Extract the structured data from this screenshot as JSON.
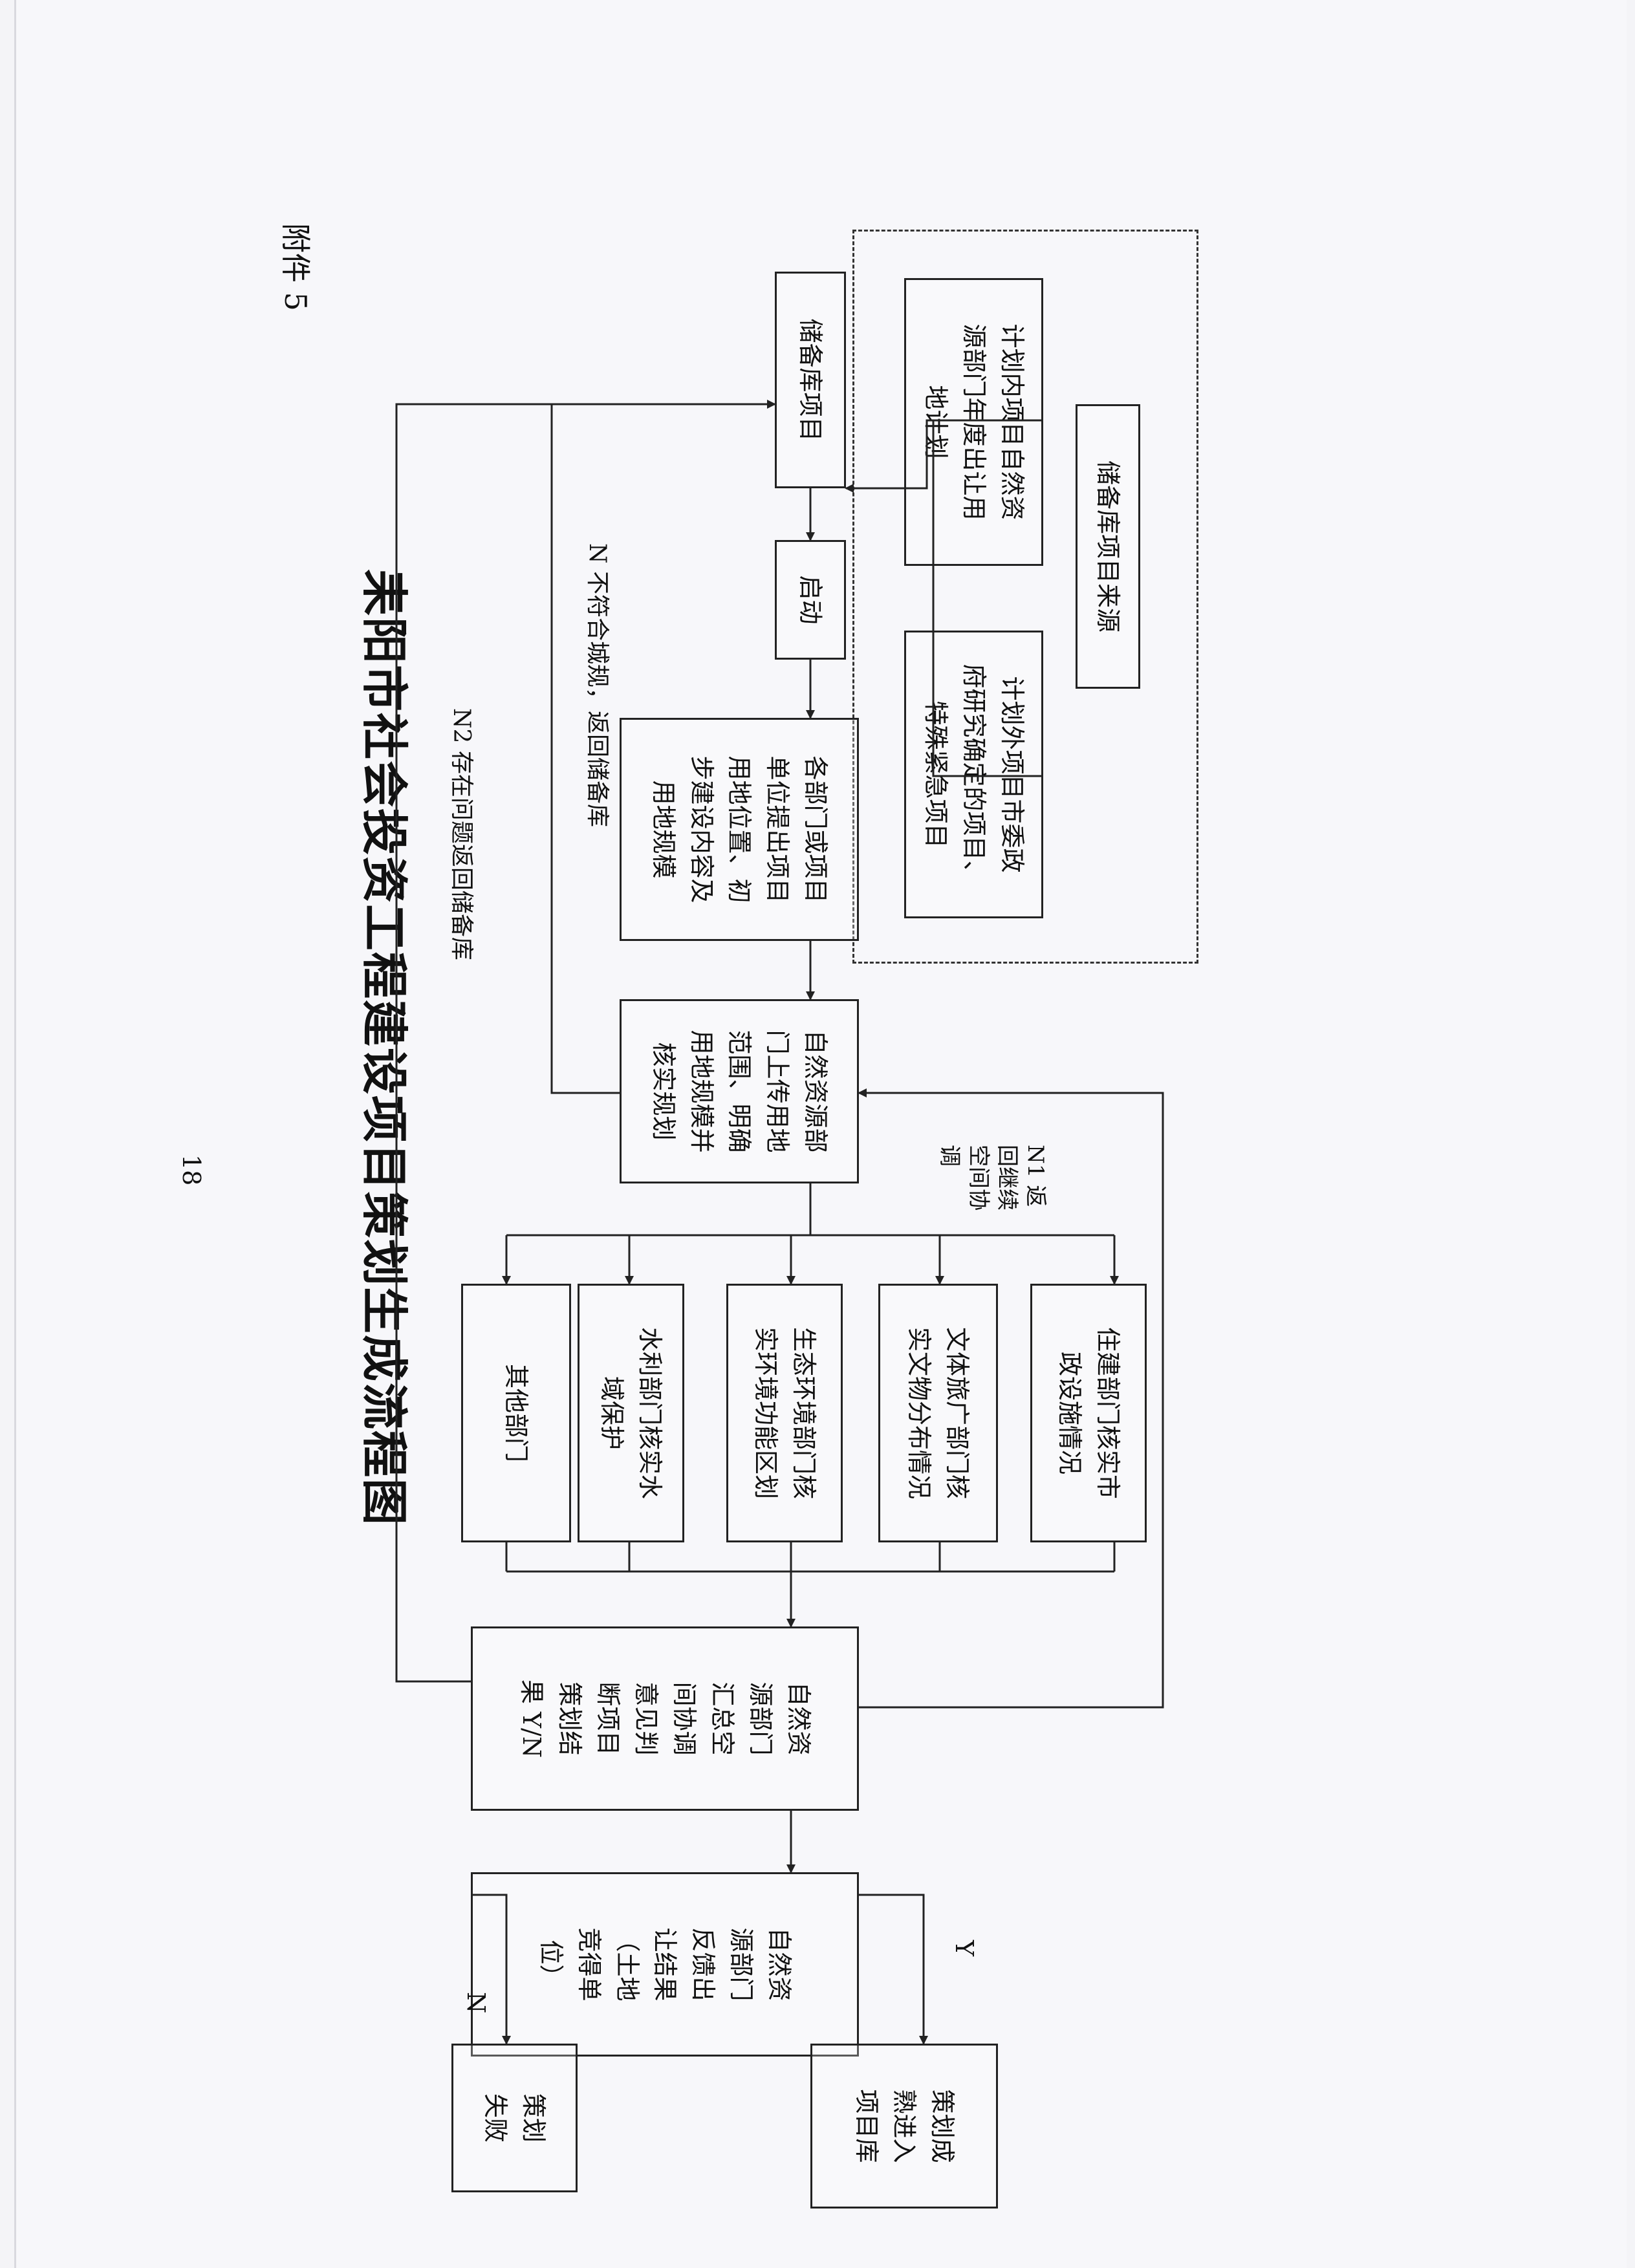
{
  "attachment_label": "附件 5",
  "page_number": "18",
  "title": "耒阳市社会投资工程建设项目策划生成流程图",
  "source_group": {
    "header": "储备库项目来源",
    "in_plan": "计划内项目自然资\n源部门年度出让用\n地计划",
    "out_of_plan": "计划外项目市委政\n府研究确定的项目、\n特殊紧急项目"
  },
  "nodes": {
    "reserve": "储备库项目",
    "start": "启动",
    "propose": "各部门或项目\n单位提出项目\n用地位置、初\n步建设内容及\n用地规模",
    "upload": "自然资源部\n门上传用地\n范围、明确\n用地规模并\n核实规划",
    "dept_housing": "住建部门核实市\n政设施情况",
    "dept_culture": "文体旅广部门核\n实文物分布情况",
    "dept_eco": "生态环境部门核\n实环境功能区划",
    "dept_water": "水利部门核实水\n域保护",
    "dept_other": "其他部门",
    "summary": "自然资\n源部门\n汇总空\n间协调\n意见判\n断项目\n策划结\n果 Y/N",
    "feedback": "自然资\n源部门\n反馈出\n让结果\n（土地\n竞得单\n位）",
    "success": "策划成\n熟进入\n项目库",
    "fail": "策划\n失败"
  },
  "edge_labels": {
    "n_not_compliant": "N 不符合城规，返回储备库",
    "n1": "N1 返\n回继续\n空间协\n调",
    "n2": "N2 存在问题返回储备库",
    "yes": "Y",
    "no": "N"
  }
}
